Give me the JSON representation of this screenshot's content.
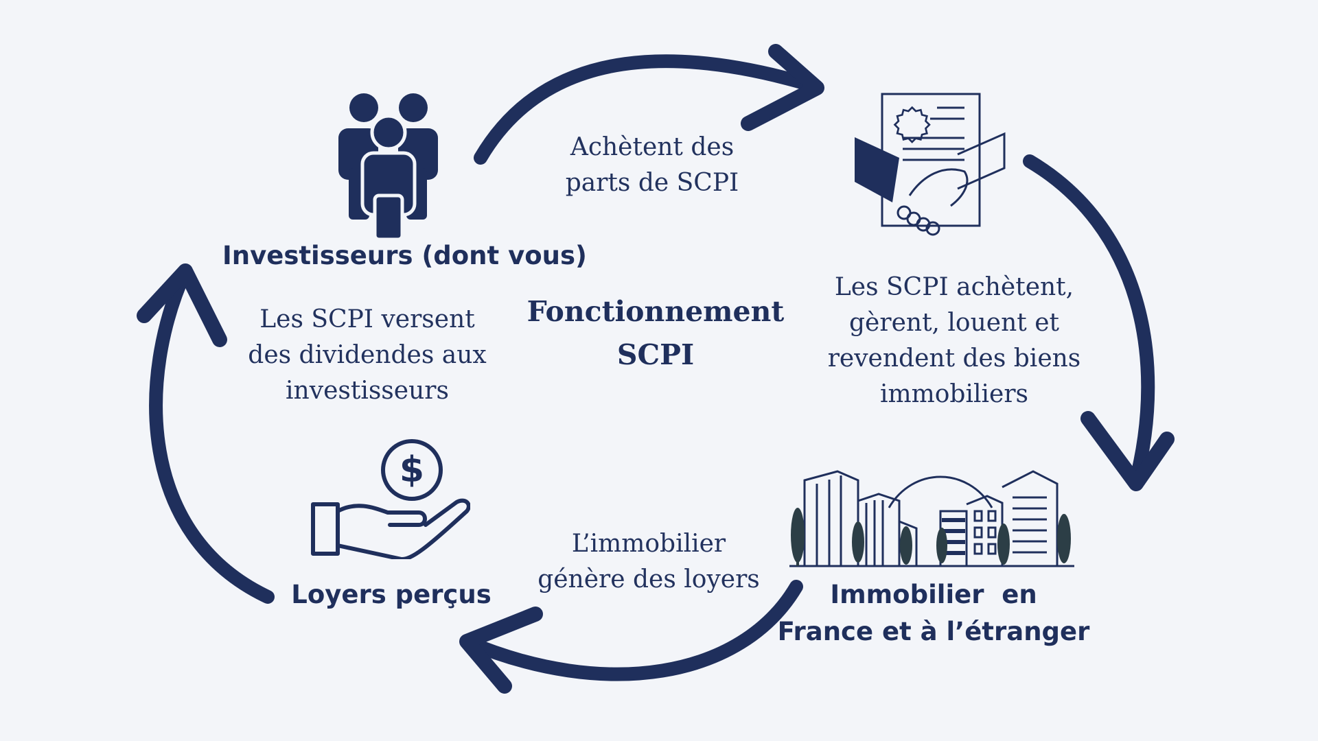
{
  "colors": {
    "background": "#f3f5f9",
    "primary": "#1f2f5c",
    "tree": "#2c3e46"
  },
  "center": {
    "title_line1": "Fonctionnement",
    "title_line2": "SCPI"
  },
  "nodes": {
    "investors": {
      "label": "Investisseurs (dont vous)",
      "icon": "group-people-icon"
    },
    "realestate": {
      "label_line1": "Immobilier  en",
      "label_line2": "France et à l’étranger",
      "icon": "city-buildings-icon"
    },
    "rents": {
      "label": "Loyers perçus",
      "icon": "hand-dollar-icon"
    },
    "contract": {
      "icon": "contract-handshake-icon"
    }
  },
  "flows": {
    "buy_shares": {
      "line1": "Achètent des",
      "line2": "parts de SCPI"
    },
    "manage": {
      "line1": "Les SCPI achètent,",
      "line2": "gèrent, louent et",
      "line3": "revendent des biens",
      "line4": "immobiliers"
    },
    "generate": {
      "line1": "L’immobilier",
      "line2": "génère des loyers"
    },
    "dividends": {
      "line1": "Les SCPI versent",
      "line2": "des dividendes aux",
      "line3": "investisseurs"
    }
  }
}
